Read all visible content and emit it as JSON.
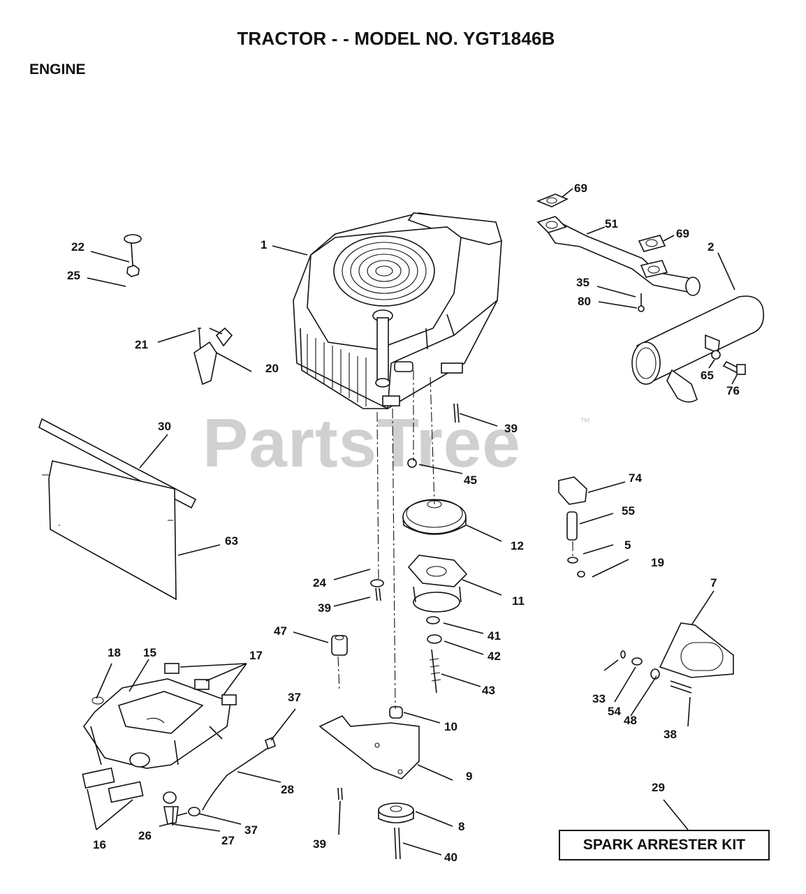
{
  "header": {
    "title": "TRACTOR - - MODEL NO. YGT1846B",
    "section": "ENGINE"
  },
  "watermark": {
    "text": "PartsTree",
    "trademark": "™"
  },
  "callouts": [
    {
      "id": "1",
      "label": "1"
    },
    {
      "id": "2",
      "label": "2"
    },
    {
      "id": "5",
      "label": "5"
    },
    {
      "id": "7",
      "label": "7"
    },
    {
      "id": "8",
      "label": "8"
    },
    {
      "id": "9",
      "label": "9"
    },
    {
      "id": "10",
      "label": "10"
    },
    {
      "id": "11",
      "label": "11"
    },
    {
      "id": "12",
      "label": "12"
    },
    {
      "id": "15",
      "label": "15"
    },
    {
      "id": "16",
      "label": "16"
    },
    {
      "id": "17",
      "label": "17"
    },
    {
      "id": "18",
      "label": "18"
    },
    {
      "id": "19",
      "label": "19"
    },
    {
      "id": "20",
      "label": "20"
    },
    {
      "id": "21",
      "label": "21"
    },
    {
      "id": "22",
      "label": "22"
    },
    {
      "id": "24",
      "label": "24"
    },
    {
      "id": "25",
      "label": "25"
    },
    {
      "id": "26",
      "label": "26"
    },
    {
      "id": "27",
      "label": "27"
    },
    {
      "id": "28",
      "label": "28"
    },
    {
      "id": "29",
      "label": "29"
    },
    {
      "id": "30",
      "label": "30"
    },
    {
      "id": "33",
      "label": "33"
    },
    {
      "id": "35",
      "label": "35"
    },
    {
      "id": "37a",
      "label": "37"
    },
    {
      "id": "37b",
      "label": "37"
    },
    {
      "id": "38",
      "label": "38"
    },
    {
      "id": "39a",
      "label": "39"
    },
    {
      "id": "39b",
      "label": "39"
    },
    {
      "id": "39c",
      "label": "39"
    },
    {
      "id": "40",
      "label": "40"
    },
    {
      "id": "41",
      "label": "41"
    },
    {
      "id": "42",
      "label": "42"
    },
    {
      "id": "43",
      "label": "43"
    },
    {
      "id": "45",
      "label": "45"
    },
    {
      "id": "47",
      "label": "47"
    },
    {
      "id": "48",
      "label": "48"
    },
    {
      "id": "51",
      "label": "51"
    },
    {
      "id": "54",
      "label": "54"
    },
    {
      "id": "55",
      "label": "55"
    },
    {
      "id": "63",
      "label": "63"
    },
    {
      "id": "65",
      "label": "65"
    },
    {
      "id": "69a",
      "label": "69"
    },
    {
      "id": "69b",
      "label": "69"
    },
    {
      "id": "74",
      "label": "74"
    },
    {
      "id": "76",
      "label": "76"
    },
    {
      "id": "80",
      "label": "80"
    }
  ],
  "kit": {
    "label": "SPARK ARRESTER KIT"
  }
}
